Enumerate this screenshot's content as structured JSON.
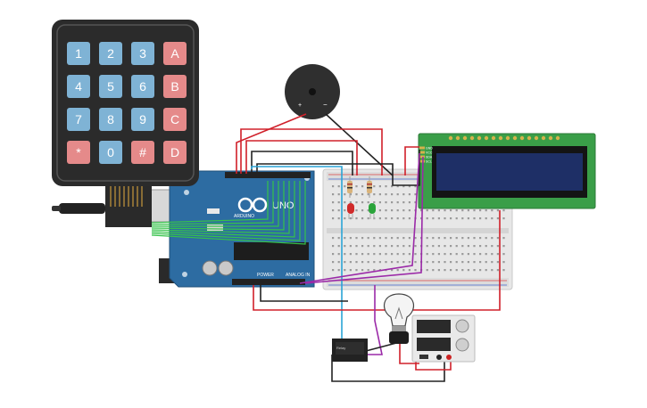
{
  "keypad": {
    "keys": [
      "1",
      "2",
      "3",
      "A",
      "4",
      "5",
      "6",
      "B",
      "7",
      "8",
      "9",
      "C",
      "*",
      "0",
      "#",
      "D"
    ],
    "colors": {
      "frame": "#2b2b2b",
      "number_key": "#7fb3d5",
      "letter_key": "#e58a8a"
    }
  },
  "arduino": {
    "board_label": "UNO",
    "brand": "ARDUINO",
    "power_label": "POWER",
    "analog_label": "ANALOG IN",
    "color": "#2d6ca2"
  },
  "buzzer": {
    "plus": "+",
    "minus": "−"
  },
  "lcd": {
    "pins": [
      "GND",
      "VCC",
      "SDA",
      "SCL"
    ],
    "screen_color": "#1e2f66",
    "board_color": "#3a9e48"
  },
  "relay": {
    "label": "Relay"
  },
  "wire_colors": {
    "red": "#d0202a",
    "black": "#222222",
    "blue": "#2aa4d6",
    "purple": "#9b2aa8",
    "green": "#35c24a"
  }
}
